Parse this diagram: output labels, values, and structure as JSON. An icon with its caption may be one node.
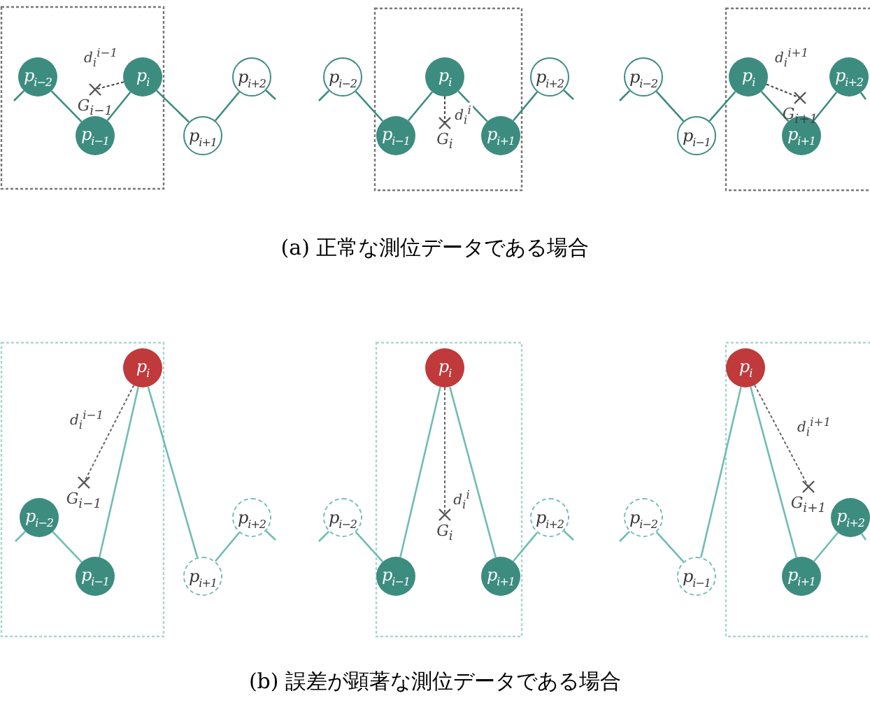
{
  "diagram": {
    "nodes": [
      {
        "text": [
          "p$_{i−2}$"
        ]
      },
      {
        "text": [
          "p$_{i−1}$"
        ]
      },
      {
        "text": [
          "p$_{i}$"
        ]
      },
      {
        "text": [
          "p$_{i+1}$"
        ]
      },
      {
        "text": [
          "p$_{i+2}$"
        ]
      },
      {
        "text": [
          "G$_{i−1}$"
        ]
      },
      {
        "text": [
          "p$_{i−2}$"
        ]
      },
      {
        "text": [
          "p$_{i−1}$"
        ]
      },
      {
        "text": [
          "p$_{i}$"
        ]
      },
      {
        "text": [
          "p$_{i+1}$"
        ]
      },
      {
        "text": [
          "p$_{i+2}$"
        ]
      },
      {
        "text": [
          "G$_{i}$"
        ]
      },
      {
        "text": [
          "p$_{i−2}$"
        ]
      },
      {
        "text": [
          "p$_{i−1}$"
        ]
      },
      {
        "text": [
          "p$_{i}$"
        ]
      },
      {
        "text": [
          "p$_{i+1}$"
        ]
      },
      {
        "text": [
          "p$_{i+2}$"
        ]
      },
      {
        "text": [
          "G$_{i+1}$"
        ]
      },
      {
        "text": [
          "p$_{i−2}$"
        ]
      },
      {
        "text": [
          "p$_{i−1}$"
        ]
      },
      {
        "text": [
          "p$_{i}$"
        ]
      },
      {
        "text": [
          "p$_{i+1}$"
        ]
      },
      {
        "text": [
          "p$_{i+2}$"
        ]
      },
      {
        "text": [
          "G$_{i−1}$"
        ]
      },
      {
        "text": [
          "p$_{i−2}$"
        ]
      },
      {
        "text": [
          "p$_{i−1}$"
        ]
      },
      {
        "text": [
          "p$_{i}$"
        ]
      },
      {
        "text": [
          "p$_{i+1}$"
        ]
      },
      {
        "text": [
          "p$_{i+2}$"
        ]
      },
      {
        "text": [
          "G$_{i}$"
        ]
      },
      {
        "text": [
          "p$_{i−2}$"
        ]
      },
      {
        "text": [
          "p$_{i−1}$"
        ]
      },
      {
        "text": [
          "p$_{i}$"
        ]
      },
      {
        "text": [
          "p$_{i+1}$"
        ]
      },
      {
        "text": [
          "p$_{i+2}$"
        ]
      },
      {
        "text": [
          "G$_{i+1}$"
        ]
      }
    ],
    "edges": [
      {
        "from": null,
        "to": 0,
        "arrow": "none"
      },
      {
        "from": 0,
        "to": 1,
        "arrow": "none"
      },
      {
        "from": 1,
        "to": 2,
        "arrow": "none"
      },
      {
        "from": 2,
        "to": 3,
        "arrow": "none"
      },
      {
        "from": 3,
        "to": 4,
        "arrow": "none"
      },
      {
        "from": 4,
        "to": null,
        "arrow": "none"
      },
      {
        "from": 2,
        "to": 5,
        "arrow": "none",
        "label": "d$_{i}$$^{i−1}$",
        "style": "dashed",
        "color": "#444444"
      },
      {
        "from": null,
        "to": 6,
        "arrow": "none"
      },
      {
        "from": 6,
        "to": 7,
        "arrow": "none"
      },
      {
        "from": 7,
        "to": 8,
        "arrow": "none"
      },
      {
        "from": 8,
        "to": 9,
        "arrow": "none"
      },
      {
        "from": 9,
        "to": 10,
        "arrow": "none"
      },
      {
        "from": 10,
        "to": null,
        "arrow": "none"
      },
      {
        "from": 8,
        "to": 11,
        "arrow": "none",
        "label": "d$_{i}$$^{i}$",
        "style": "dashed",
        "color": "#444444"
      },
      {
        "from": null,
        "to": 12,
        "arrow": "none"
      },
      {
        "from": 12,
        "to": 13,
        "arrow": "none"
      },
      {
        "from": 13,
        "to": 14,
        "arrow": "none"
      },
      {
        "from": 14,
        "to": 15,
        "arrow": "none"
      },
      {
        "from": 15,
        "to": 16,
        "arrow": "none"
      },
      {
        "from": 16,
        "to": null,
        "arrow": "none"
      },
      {
        "from": 14,
        "to": 17,
        "arrow": "none",
        "label": "d$_{i}$$^{i+1}$",
        "style": "dashed",
        "color": "#444444"
      },
      {
        "from": null,
        "to": 18,
        "arrow": "none",
        "color": "#6fbdb2"
      },
      {
        "from": 18,
        "to": 19,
        "arrow": "none",
        "color": "#6fbdb2"
      },
      {
        "from": 19,
        "to": 20,
        "arrow": "none",
        "color": "#6fbdb2"
      },
      {
        "from": 20,
        "to": 21,
        "arrow": "none",
        "color": "#6fbdb2"
      },
      {
        "from": 21,
        "to": 22,
        "arrow": "none",
        "color": "#6fbdb2"
      },
      {
        "from": 22,
        "to": null,
        "arrow": "none",
        "color": "#6fbdb2"
      },
      {
        "from": 20,
        "to": 23,
        "arrow": "none",
        "label": "d$_{i}$$^{i−1}$",
        "style": "dashed",
        "color": "#666666"
      },
      {
        "from": null,
        "to": 24,
        "arrow": "none",
        "color": "#6fbdb2"
      },
      {
        "from": 24,
        "to": 25,
        "arrow": "none",
        "color": "#6fbdb2"
      },
      {
        "from": 25,
        "to": 26,
        "arrow": "none",
        "color": "#6fbdb2"
      },
      {
        "from": 26,
        "to": 27,
        "arrow": "none",
        "color": "#6fbdb2"
      },
      {
        "from": 27,
        "to": 28,
        "arrow": "none",
        "color": "#6fbdb2"
      },
      {
        "from": 28,
        "to": null,
        "arrow": "none",
        "color": "#6fbdb2"
      },
      {
        "from": 26,
        "to": 29,
        "arrow": "none",
        "label": "d$_{i}$$^{i}$",
        "style": "dashed",
        "color": "#666666"
      },
      {
        "from": null,
        "to": 30,
        "arrow": "none",
        "color": "#6fbdb2"
      },
      {
        "from": 30,
        "to": 31,
        "arrow": "none",
        "color": "#6fbdb2"
      },
      {
        "from": 31,
        "to": 32,
        "arrow": "none",
        "color": "#6fbdb2"
      },
      {
        "from": 32,
        "to": 33,
        "arrow": "none",
        "color": "#6fbdb2"
      },
      {
        "from": 33,
        "to": 34,
        "arrow": "none",
        "color": "#6fbdb2"
      },
      {
        "from": 34,
        "to": null,
        "arrow": "none",
        "color": "#6fbdb2"
      },
      {
        "from": 32,
        "to": 35,
        "arrow": "none",
        "label": "d$_{i}$$^{i+1}$",
        "style": "dashed",
        "color": "#666666"
      }
    ],
    "labels": [
      "(a) 正常な測位データである場合",
      "(b) 誤差が顕著な測位データである場合"
    ]
  }
}
